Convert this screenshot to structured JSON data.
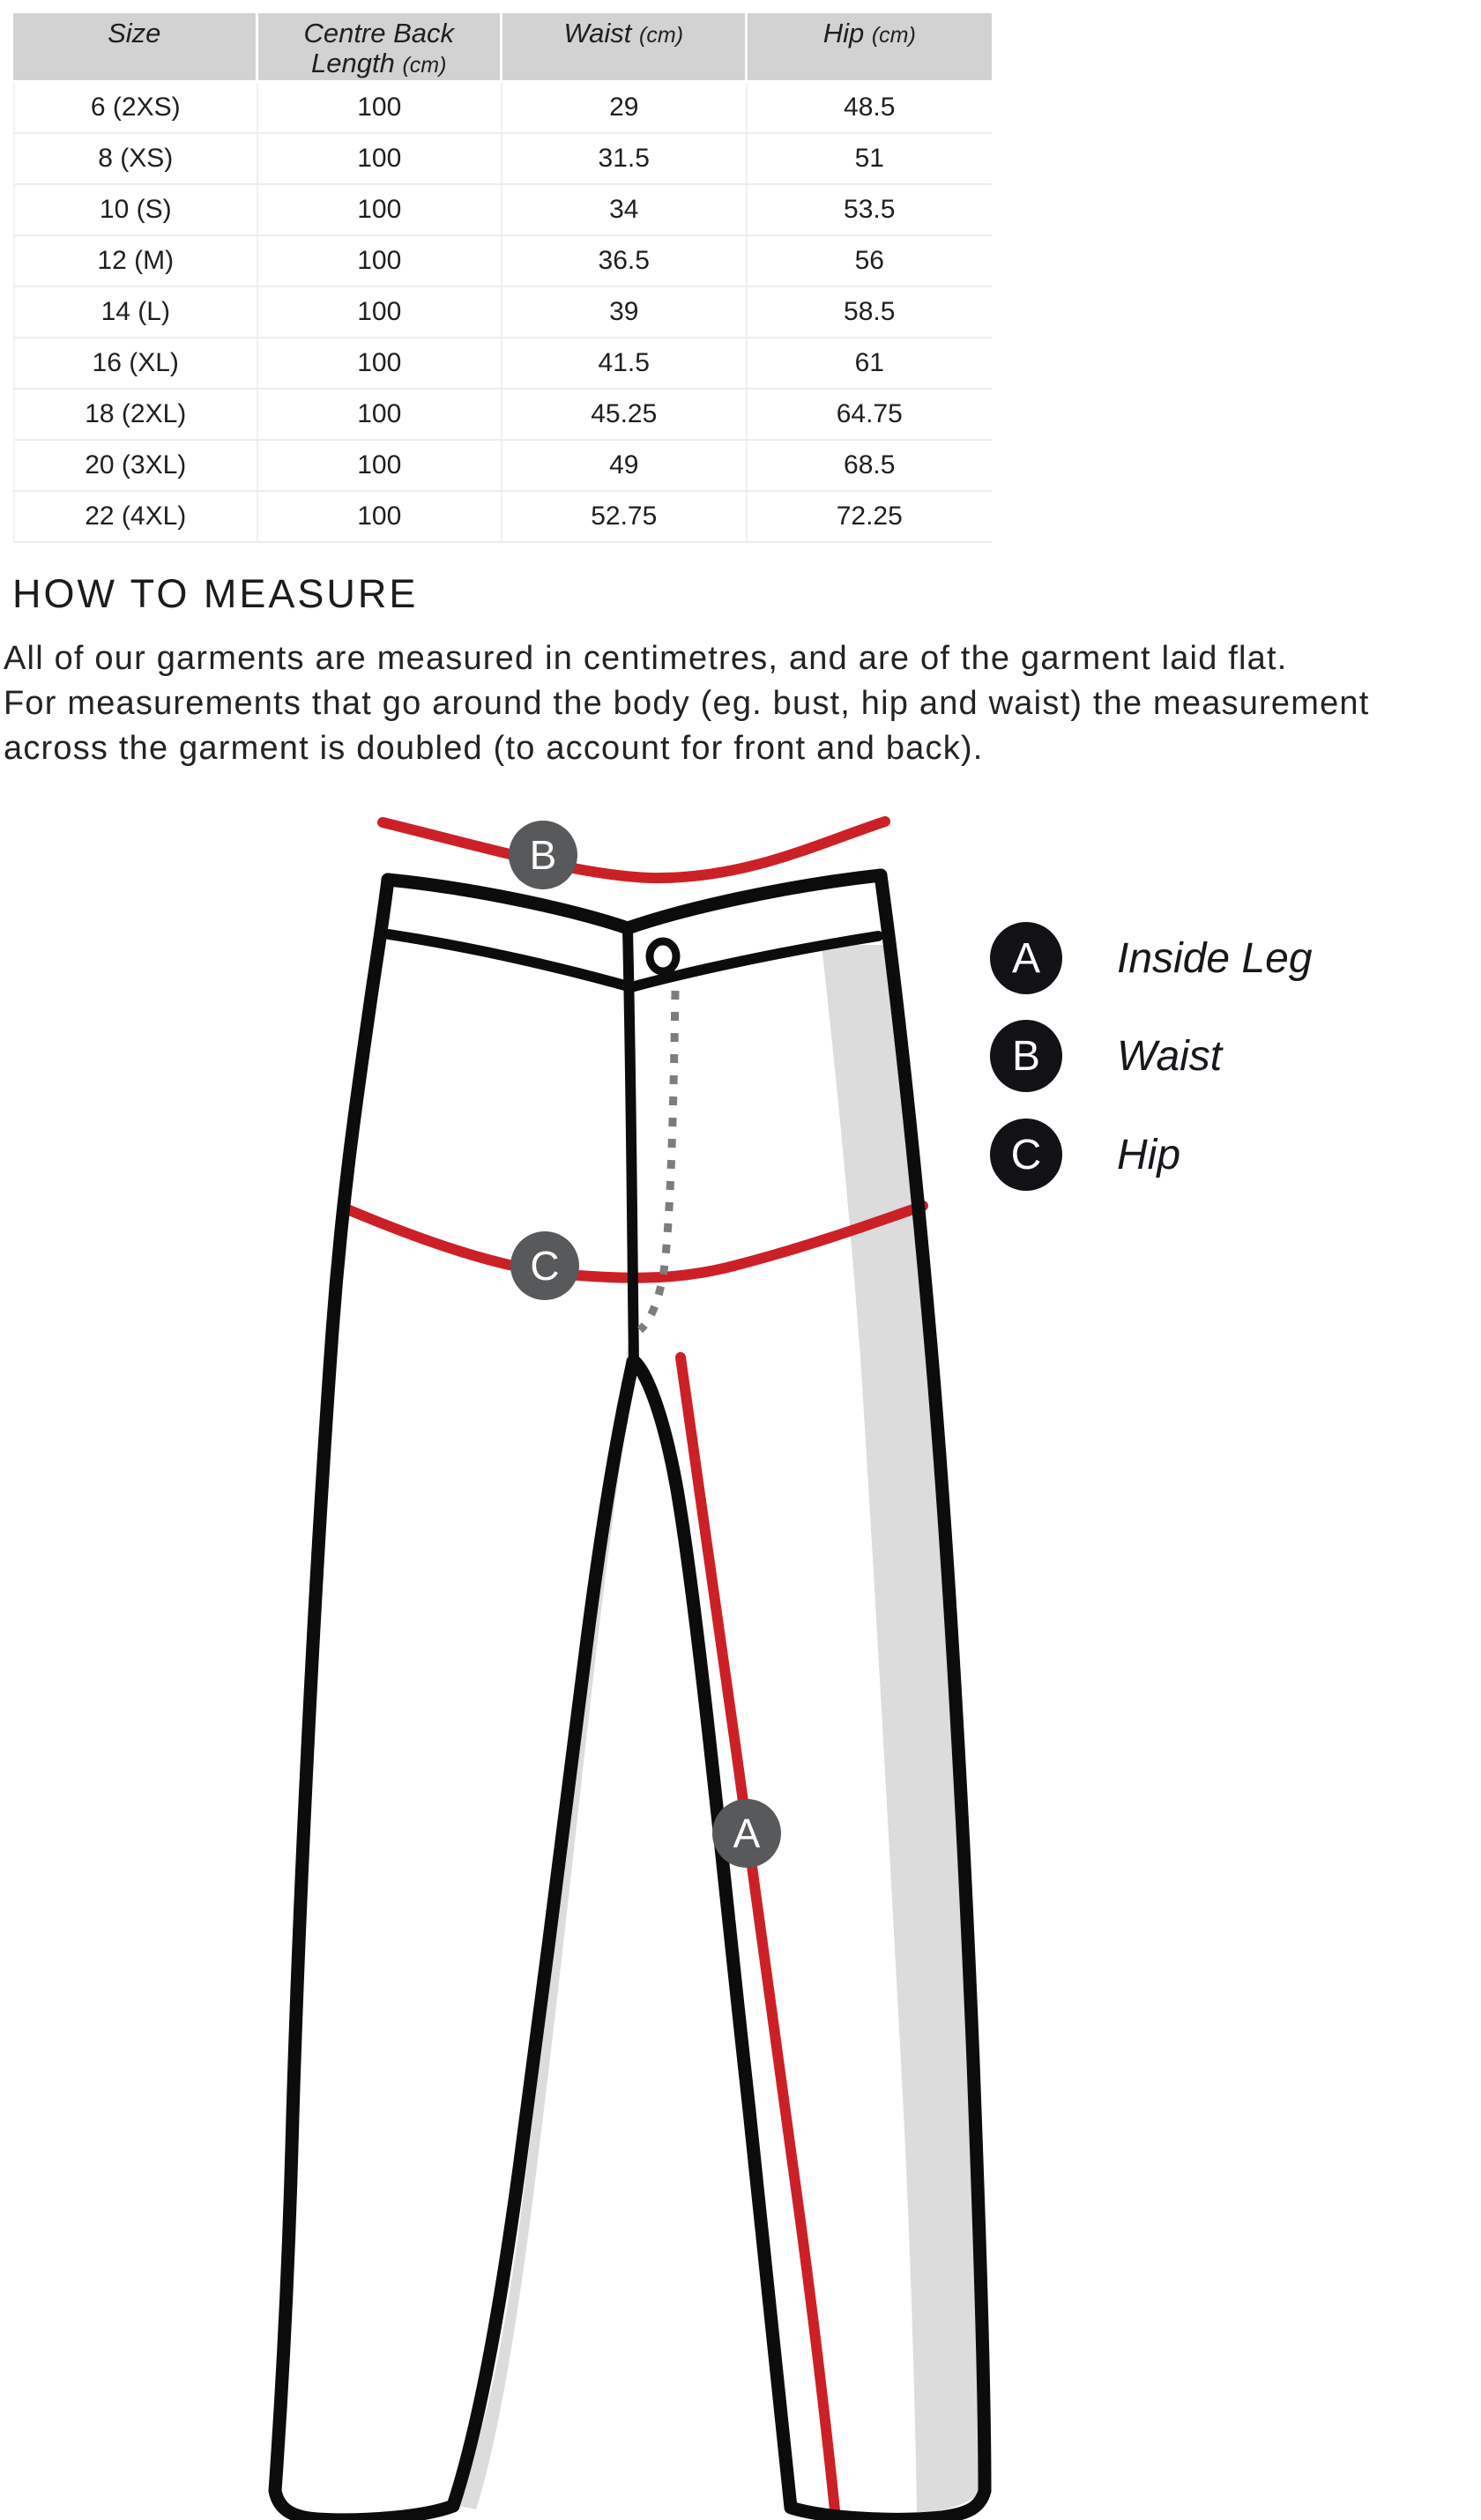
{
  "size_table": {
    "headers": {
      "size": {
        "label": "Size"
      },
      "centre_back": {
        "line1": "Centre Back",
        "line2": "Length",
        "unit": "(cm)"
      },
      "waist": {
        "label": "Waist",
        "unit": "(cm)"
      },
      "hip": {
        "label": "Hip",
        "unit": "(cm)"
      }
    },
    "rows": [
      [
        "6 (2XS)",
        "100",
        "29",
        "48.5"
      ],
      [
        "8 (XS)",
        "100",
        "31.5",
        "51"
      ],
      [
        "10 (S)",
        "100",
        "34",
        "53.5"
      ],
      [
        "12 (M)",
        "100",
        "36.5",
        "56"
      ],
      [
        "14 (L)",
        "100",
        "39",
        "58.5"
      ],
      [
        "16 (XL)",
        "100",
        "41.5",
        "61"
      ],
      [
        "18 (2XL)",
        "100",
        "45.25",
        "64.75"
      ],
      [
        "20 (3XL)",
        "100",
        "49",
        "68.5"
      ],
      [
        "22 (4XL)",
        "100",
        "52.75",
        "72.25"
      ]
    ]
  },
  "how_to_measure": {
    "title": "HOW TO MEASURE",
    "body": "All of our garments are measured in centimetres, and are of the garment laid flat.\nFor measurements that go around the body (eg. bust, hip and waist) the measurement\nacross the garment is doubled (to account for front and back)."
  },
  "diagram": {
    "badges": {
      "waist": {
        "letter": "B"
      },
      "hip": {
        "letter": "C"
      },
      "inside_leg": {
        "letter": "A"
      }
    },
    "legend": [
      {
        "letter": "A",
        "label": "Inside Leg"
      },
      {
        "letter": "B",
        "label": "Waist"
      },
      {
        "letter": "C",
        "label": "Hip"
      }
    ]
  },
  "colors": {
    "red": "#cc2027",
    "badge": "#58595b",
    "legend": "#111116",
    "shading": "#dcdcdd",
    "outline": "#0c0c0c",
    "dash": "#7d7d7d",
    "header-bg": "#d2d2d2"
  }
}
